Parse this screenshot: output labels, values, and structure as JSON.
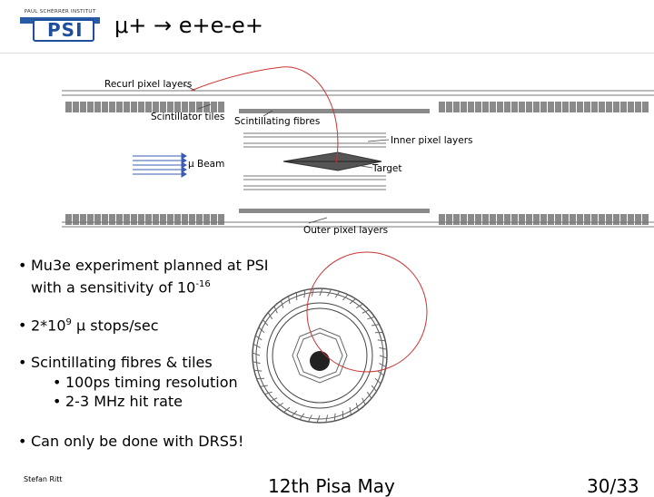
{
  "header": {
    "logo_text": "PAUL SCHERRER INSTITUT",
    "logo_mark": "PSI",
    "title": "μ+ → e+e-e+"
  },
  "diagram_top": {
    "labels": {
      "recurl": "Recurl pixel layers",
      "scint_tiles": "Scintillator tiles",
      "scint_fibres": "Scintillating fibres",
      "inner": "Inner pixel layers",
      "beam": "μ Beam",
      "target": "Target",
      "outer": "Outer pixel layers"
    }
  },
  "bullets": {
    "b1_line1": "Mu3e experiment planned at PSI",
    "b1_line2_prefix": "with a sensitivity of 10",
    "b1_line2_exp": "-16",
    "b2_prefix": "2*10",
    "b2_exp": "9",
    "b2_suffix": " μ stops/sec",
    "b3": "Scintillating fibres & tiles",
    "b3_sub1": "100ps timing resolution",
    "b3_sub2": "2-3 MHz hit rate",
    "b4": "Can only be done with DRS5!"
  },
  "footer": {
    "author": "Stefan Ritt",
    "date": "12th Pisa May",
    "page": "30/33"
  },
  "colors": {
    "track": "#cc3333",
    "tile_gray": "#8a8a8a",
    "logo_blue": "#1f4f9c"
  }
}
